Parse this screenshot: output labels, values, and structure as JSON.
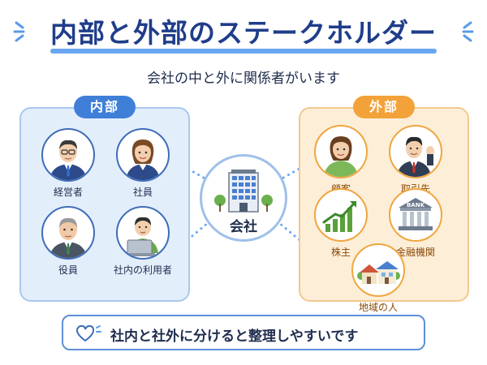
{
  "title": "内部と外部のステークホルダー",
  "subtitle": "会社の中と外に関係者がいます",
  "center": {
    "label": "会社"
  },
  "internal": {
    "heading": "内部",
    "items": [
      {
        "label": "経営者",
        "icon": "executive-icon"
      },
      {
        "label": "社員",
        "icon": "employee-icon"
      },
      {
        "label": "役員",
        "icon": "director-icon"
      },
      {
        "label": "社内の利用者",
        "icon": "internal-user-icon"
      }
    ]
  },
  "external": {
    "heading": "外部",
    "items": [
      {
        "label": "顧客",
        "icon": "customer-icon"
      },
      {
        "label": "取引先",
        "icon": "business-partner-icon"
      },
      {
        "label": "株主",
        "icon": "rising-chart-icon"
      },
      {
        "label": "金融機関",
        "icon": "bank-icon"
      },
      {
        "label": "地域の人",
        "icon": "houses-icon"
      }
    ],
    "bank_sign": "BANK"
  },
  "footer": {
    "text": "社内と社外に分けると整理しやすいです",
    "icon": "heart-icon"
  },
  "colors": {
    "title": "#1f3d8a",
    "internal_accent": "#3f7fd8",
    "internal_panel": "#e3eefb",
    "external_accent": "#f3a23a",
    "external_panel": "#fdeed8"
  }
}
